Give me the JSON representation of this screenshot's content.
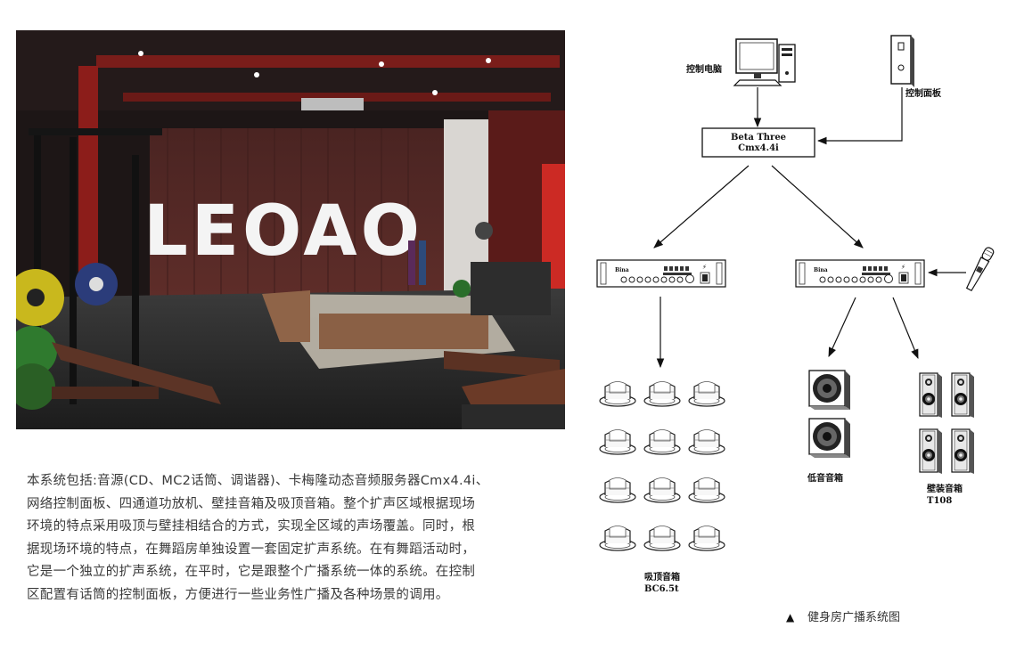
{
  "photo": {
    "sign_text": "LEOAO"
  },
  "description": {
    "lines": [
      "本系统包括:音源(CD、MC2话筒、调谐器)、卡梅隆动态音频服务器Cmx4.4i、",
      "网络控制面板、四通道功放机、壁挂音箱及吸顶音箱。整个扩声区域根据现场",
      "环境的特点采用吸顶与壁挂相结合的方式，实现全区域的声场覆盖。同时，根",
      "据现场环境的特点，在舞蹈房单独设置一套固定扩声系统。在有舞蹈活动时，",
      "它是一个独立的扩声系统，在平时，它是跟整个广播系统一体的系统。在控制",
      "区配置有话筒的控制面板，方便进行一些业务性广播及各种场景的调用。"
    ]
  },
  "diagram": {
    "computer_label": "控制电脑",
    "panel_label": "控制面板",
    "processor_line1": "Beta Three",
    "processor_line2": "Cmx4.4i",
    "amp_brand": "Bina",
    "ceiling_label_line1": "吸顶音箱",
    "ceiling_label_line2": "BC6.5t",
    "sub_label": "低音音箱",
    "wall_label_line1": "壁装音箱",
    "wall_label_line2": "T108",
    "caption_marker": "▲",
    "caption": "健身房广播系统图"
  }
}
